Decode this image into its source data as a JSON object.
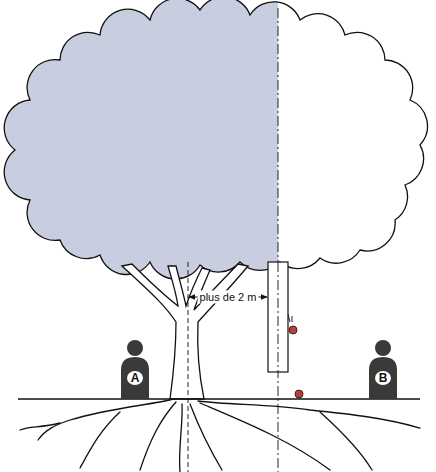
{
  "diagram": {
    "labels": [
      "plus de 2 m",
      "A",
      "B"
    ]
  }
}
